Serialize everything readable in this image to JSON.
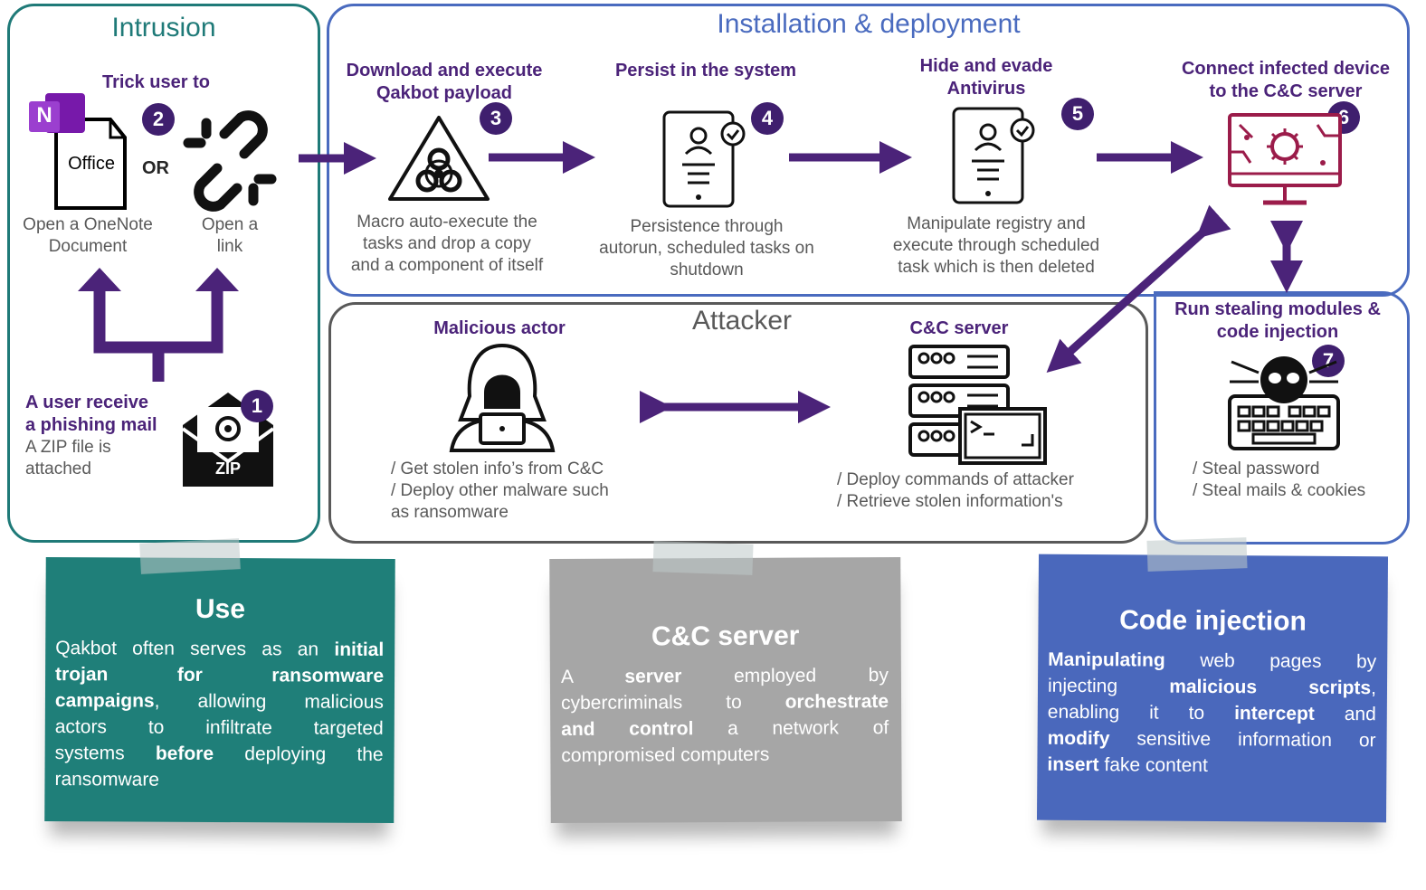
{
  "sections": {
    "intrusion": "Intrusion",
    "installation": "Installation & deployment",
    "attacker": "Attacker"
  },
  "steps": [
    {
      "num": "1",
      "title_line1": "A user receive",
      "title_line2": "a phishing mail",
      "desc_line1": "A ZIP file is",
      "desc_line2": "attached",
      "icon": "envelope-zip-icon",
      "icon_text": "ZIP"
    },
    {
      "num": "2",
      "title": "Trick user to",
      "or": "OR",
      "option_a": {
        "line1": "Open a OneNote",
        "line2": "Document",
        "icon": "onenote-office-icon",
        "icon_text": "Office",
        "badge_text": "N"
      },
      "option_b": {
        "line1": "Open a",
        "line2": "link",
        "icon": "broken-link-icon"
      }
    },
    {
      "num": "3",
      "title_line1": "Download and execute",
      "title_line2": "Qakbot payload",
      "desc_line1": "Macro auto-execute the",
      "desc_line2": "tasks and drop a copy",
      "desc_line3": "and a component of itself",
      "icon": "biohazard-warning-icon"
    },
    {
      "num": "4",
      "title": "Persist in the system",
      "desc_line1": "Persistence through",
      "desc_line2": "autorun, scheduled tasks on",
      "desc_line3": "shutdown",
      "icon": "phone-user-check-icon"
    },
    {
      "num": "5",
      "title_line1": "Hide and evade",
      "title_line2": "Antivirus",
      "desc_line1": "Manipulate registry and",
      "desc_line2": "execute through scheduled",
      "desc_line3": "task which is then deleted",
      "icon": "phone-user-check-icon"
    },
    {
      "num": "6",
      "title_line1": "Connect infected device",
      "title_line2": "to the C&C server",
      "icon": "infected-monitor-icon"
    },
    {
      "num": "7",
      "title_line1": "Run stealing modules &",
      "title_line2": "code injection",
      "desc_line1": "/ Steal password",
      "desc_line2": "/ Steal mails & cookies",
      "icon": "skull-keyboard-icon"
    }
  ],
  "attacker": {
    "actor_title": "Malicious actor",
    "actor_line1": "/ Get stolen info’s from C&C",
    "actor_line2": "/ Deploy other malware such",
    "actor_line3": "as ransomware",
    "server_title": "C&C server",
    "server_line1": "/ Deploy commands of attacker",
    "server_line2": "/ Retrieve stolen information's"
  },
  "notes": {
    "use": {
      "title": "Use",
      "l1": [
        {
          "t": "Qakbot often serves as an "
        },
        {
          "t": "initial",
          "b": true
        }
      ],
      "l2": [
        {
          "t": "trojan",
          "b": true
        },
        {
          "t": "for",
          "b": true
        },
        {
          "t": "ransomware",
          "b": true
        }
      ],
      "l3": [
        {
          "t": "campaigns",
          "b": true
        },
        {
          "t": ", allowing malicious"
        }
      ],
      "l4": [
        {
          "t": "actors to infiltrate targeted"
        }
      ],
      "l5": [
        {
          "t": "systems "
        },
        {
          "t": "before",
          "b": true
        },
        {
          "t": " deploying the"
        }
      ],
      "l6": [
        {
          "t": "ransomware"
        }
      ]
    },
    "cc": {
      "title": "C&C server",
      "l1": [
        {
          "t": "A "
        },
        {
          "t": "server",
          "b": true
        },
        {
          "t": " employed by"
        }
      ],
      "l2": [
        {
          "t": "cybercriminals to "
        },
        {
          "t": "orchestrate",
          "b": true
        }
      ],
      "l3": [
        {
          "t": "and control",
          "b": true
        },
        {
          "t": " a network of"
        }
      ],
      "l4": [
        {
          "t": "compromised computers"
        }
      ]
    },
    "injection": {
      "title": "Code injection",
      "l1": [
        {
          "t": "Manipulating",
          "b": true
        },
        {
          "t": " web pages by"
        }
      ],
      "l2": [
        {
          "t": "injecting "
        },
        {
          "t": "malicious scripts",
          "b": true
        },
        {
          "t": ","
        }
      ],
      "l3": [
        {
          "t": "enabling it to "
        },
        {
          "t": "intercept",
          "b": true
        },
        {
          "t": " and"
        }
      ],
      "l4": [
        {
          "t": "modify",
          "b": true
        },
        {
          "t": " sensitive information or"
        }
      ],
      "l5": [
        {
          "t": "insert",
          "b": true
        },
        {
          "t": " fake content"
        }
      ]
    }
  },
  "colors": {
    "teal": "#1f7a78",
    "blue": "#4a6bbf",
    "gray_border": "#595959",
    "purple": "#4b2379",
    "arrow": "#4b2379",
    "monitor": "#9b1c4a",
    "note_teal": "#1f7f79",
    "note_gray": "#a6a6a6",
    "note_blue": "#4a68bc"
  }
}
